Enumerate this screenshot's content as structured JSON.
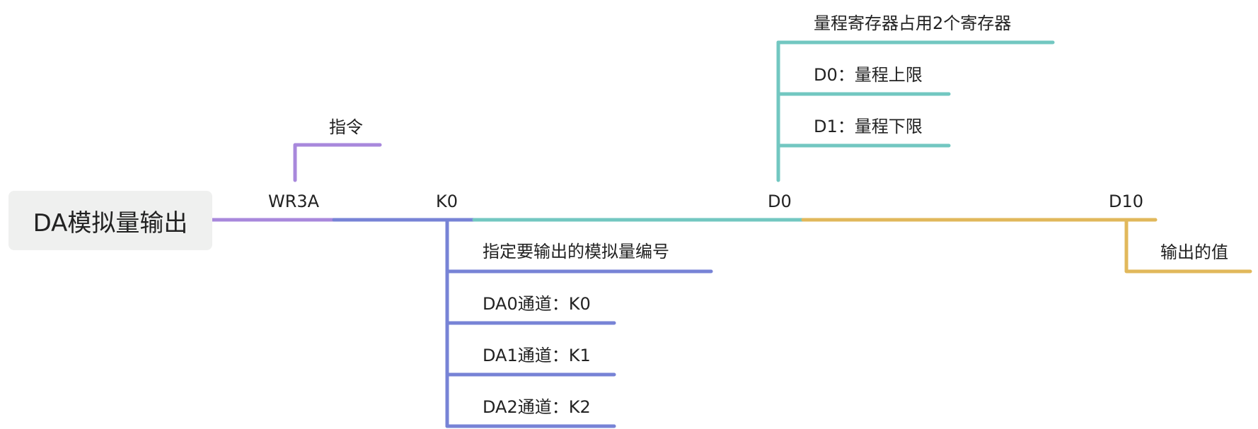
{
  "colors": {
    "purple": "#a888dc",
    "blue": "#7783d6",
    "teal": "#72c7c1",
    "gold": "#e1b85b",
    "root_bg": "#eff0ef",
    "text": "#222222"
  },
  "root": {
    "label": "DA模拟量输出"
  },
  "nodes": {
    "wr3a": {
      "label": "WR3A",
      "child": "指令"
    },
    "k0": {
      "label": "K0",
      "children": [
        "指定要输出的模拟量编号",
        "DA0通道：K0",
        "DA1通道：K1",
        "DA2通道：K2"
      ]
    },
    "d0": {
      "label": "D0",
      "children": [
        "量程寄存器占用2个寄存器",
        "D0：量程上限",
        "D1：量程下限"
      ]
    },
    "d10": {
      "label": "D10",
      "child": "输出的值"
    }
  }
}
